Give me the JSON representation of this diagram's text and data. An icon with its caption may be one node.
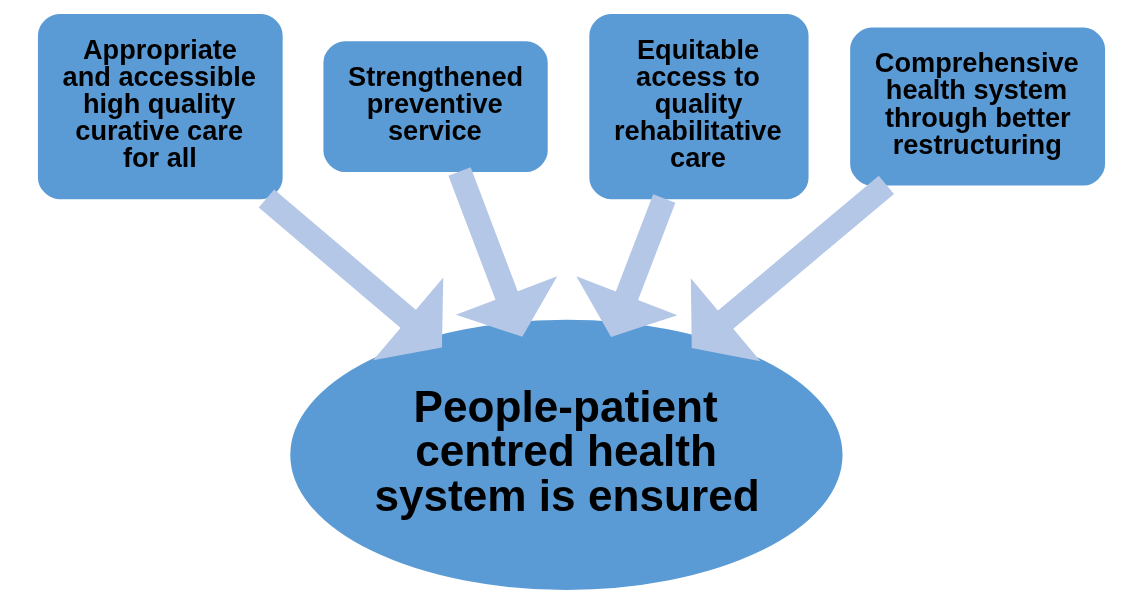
{
  "diagram": {
    "nodes": [
      {
        "text": [
          "Appropriate and accessible high quality curative care for all"
        ]
      },
      {
        "text": [
          "Strengthened preventive service"
        ]
      },
      {
        "text": [
          "Equitable access to quality rehabilitative care"
        ]
      },
      {
        "text": [
          "Comprehensive health system through better restructuring"
        ]
      },
      {
        "text": [
          "People-patient centred health system is ensured"
        ]
      }
    ],
    "edges": [
      {
        "from": 0,
        "to": 4,
        "arrow": "to"
      },
      {
        "from": 1,
        "to": 4,
        "arrow": "to"
      },
      {
        "from": 2,
        "to": 4,
        "arrow": "to"
      },
      {
        "from": 3,
        "to": 4,
        "arrow": "to"
      }
    ]
  }
}
